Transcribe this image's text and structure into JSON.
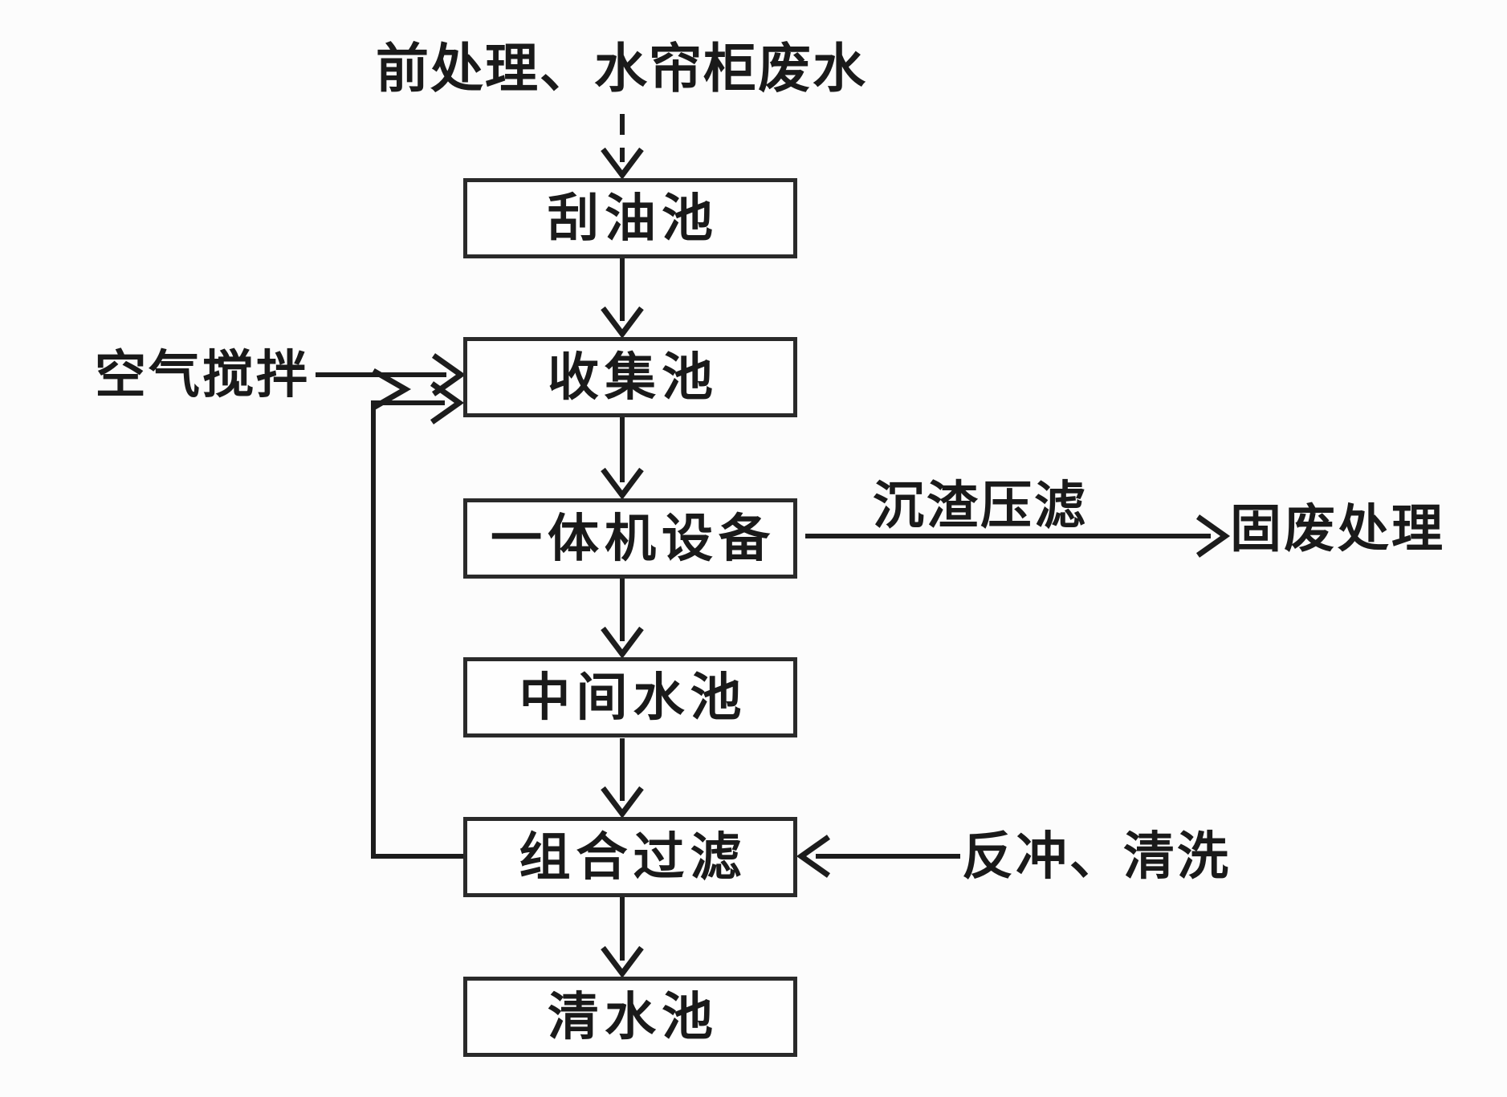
{
  "diagram": {
    "title": "前处理、水帘柜废水",
    "nodes": [
      {
        "id": "oil-scraping-tank",
        "label": "刮油池"
      },
      {
        "id": "collection-tank",
        "label": "收集池"
      },
      {
        "id": "integrated-machine",
        "label": "一体机设备"
      },
      {
        "id": "intermediate-tank",
        "label": "中间水池"
      },
      {
        "id": "combined-filtration",
        "label": "组合过滤"
      },
      {
        "id": "clean-water-tank",
        "label": "清水池"
      }
    ],
    "side_labels": {
      "air_agitation": "空气搅拌",
      "sludge_press_filtration": "沉渣压滤",
      "solid_waste_treatment": "固废处理",
      "backwash_cleaning": "反冲、清洗"
    },
    "edges": [
      {
        "from": "influent-label",
        "to": "oil-scraping-tank",
        "style": "dashed-then-solid-arrow"
      },
      {
        "from": "oil-scraping-tank",
        "to": "collection-tank",
        "style": "arrow"
      },
      {
        "from": "air-agitation-label",
        "to": "collection-tank",
        "style": "arrow"
      },
      {
        "from": "collection-tank",
        "to": "integrated-machine",
        "style": "arrow"
      },
      {
        "from": "integrated-machine",
        "to": "solid-waste-label",
        "style": "arrow",
        "label": "沉渣压滤"
      },
      {
        "from": "integrated-machine",
        "to": "intermediate-tank",
        "style": "arrow"
      },
      {
        "from": "intermediate-tank",
        "to": "combined-filtration",
        "style": "arrow"
      },
      {
        "from": "backwash-label",
        "to": "combined-filtration",
        "style": "arrow"
      },
      {
        "from": "combined-filtration",
        "to": "collection-tank",
        "style": "arrow-loop-left"
      },
      {
        "from": "combined-filtration",
        "to": "clean-water-tank",
        "style": "arrow"
      }
    ],
    "colors": {
      "line": "#1c1c1c",
      "box_border": "#2a2a2a",
      "background": "#fcfcfc"
    }
  }
}
